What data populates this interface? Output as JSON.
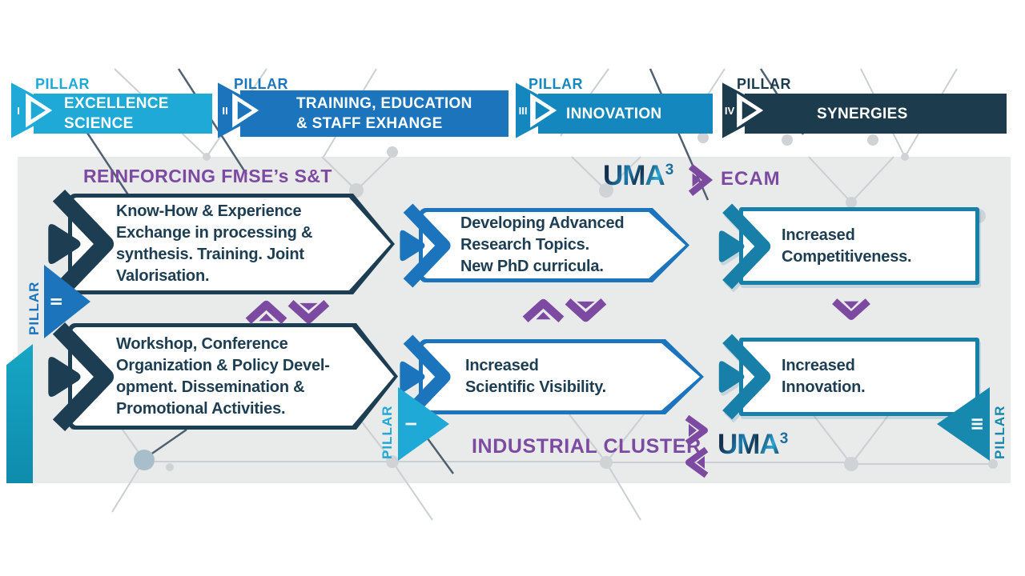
{
  "colors": {
    "pillar1_cyan": "#1FA9D6",
    "pillar2_blue": "#1C75BC",
    "pillar3_teal": "#1488BE",
    "pillar4_navy": "#1C3B4D",
    "box_border_navy": "#1D3E52",
    "box_border_blue": "#1C75BC",
    "box_border_teal": "#187FA8",
    "accent_purple": "#7C4BA1",
    "panel_gray": "#E9EAEA"
  },
  "header": {
    "pillars": [
      {
        "label": "PILLAR",
        "numeral": "I",
        "title": "EXCELLENCE SCIENCE"
      },
      {
        "label": "PILLAR",
        "numeral": "II",
        "title": "TRAINING, EDUCATION\n& STAFF EXHANGE"
      },
      {
        "label": "PILLAR",
        "numeral": "III",
        "title": "INNOVATION"
      },
      {
        "label": "PILLAR",
        "numeral": "IV",
        "title": "SYNERGIES"
      }
    ]
  },
  "panel": {
    "heading": "REINFORCING FMSE’s S&T",
    "partner_top": {
      "brand": "UMA",
      "sup": "3",
      "name": "ECAM"
    },
    "partner_bottom": {
      "brand": "UMA",
      "sup": "3",
      "name": "INDUSTRIAL CLUSTER"
    },
    "boxes": {
      "know_how": {
        "lines": [
          "Know-How & Experience",
          "Exchange in processing &",
          "synthesis. Training. Joint",
          "Valorisation."
        ]
      },
      "workshop": {
        "lines": [
          "Workshop, Conference",
          "Organization & Policy Devel-",
          "opment. Dissemination &",
          "Promotional Activities."
        ]
      },
      "developing": {
        "lines": [
          "Developing Advanced",
          "Research Topics.",
          "New PhD curricula."
        ]
      },
      "visibility": {
        "lines": [
          "Increased",
          "Scientific Visibility."
        ]
      },
      "competitiveness": {
        "lines": [
          "Increased",
          "Competitiveness."
        ]
      },
      "innovation": {
        "lines": [
          "Increased",
          "Innovation."
        ]
      }
    },
    "markers": {
      "pillar_ii": {
        "label": "PILLAR",
        "numeral": "II"
      },
      "pillar_i": {
        "label": "PILLAR",
        "numeral": "I"
      },
      "pillar_iii": {
        "label": "PILLAR",
        "numeral": "III"
      }
    }
  }
}
